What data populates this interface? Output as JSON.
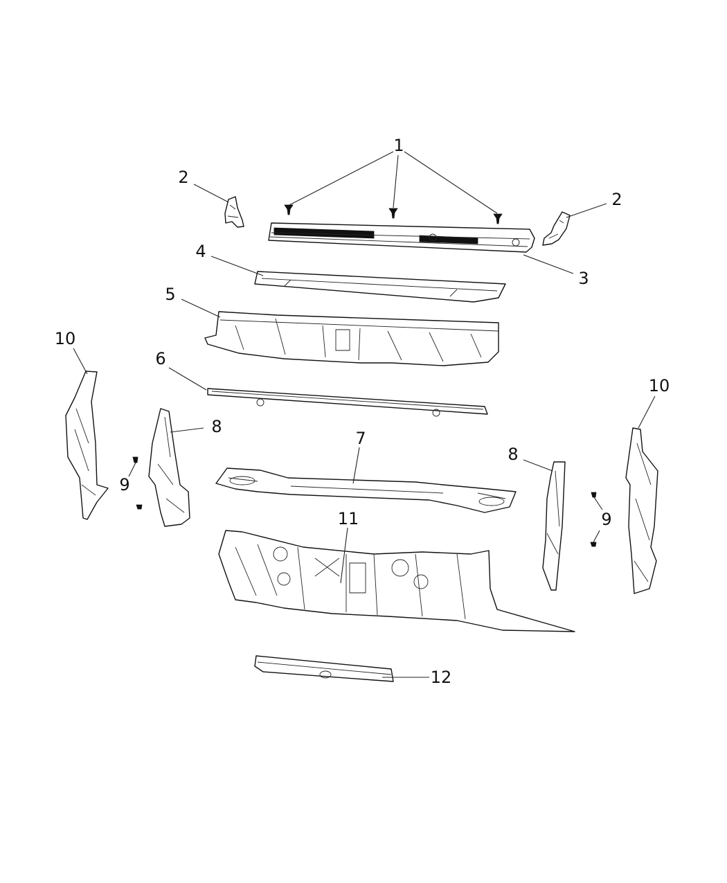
{
  "callouts": {
    "c1": "1",
    "c2a": "2",
    "c2b": "2",
    "c3": "3",
    "c4": "4",
    "c5": "5",
    "c6": "6",
    "c7": "7",
    "c8a": "8",
    "c8b": "8",
    "c9a": "9",
    "c9b": "9",
    "c10a": "10",
    "c10b": "10",
    "c11": "11",
    "c12": "12"
  }
}
